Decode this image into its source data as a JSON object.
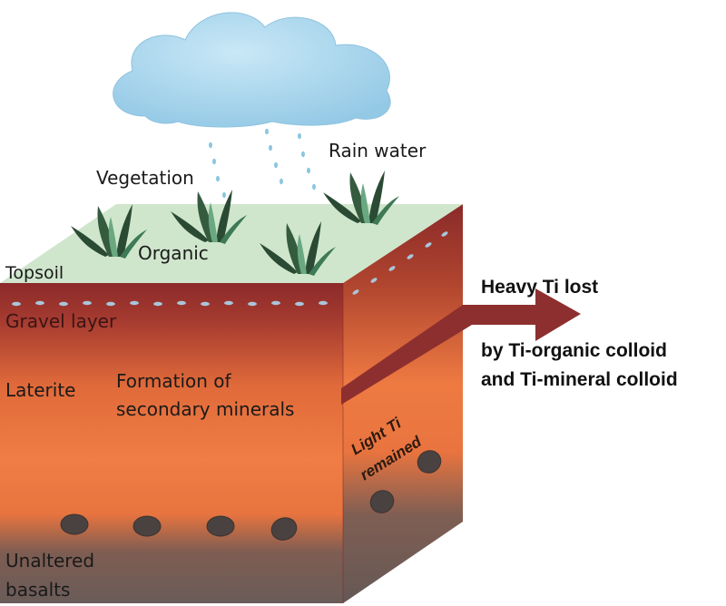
{
  "labels": {
    "rain_water": "Rain water",
    "vegetation": "Vegetation",
    "organic": "Organic",
    "topsoil": "Topsoil",
    "gravel_layer": "Gravel layer",
    "laterite": "Laterite",
    "formation_line1": "Formation of",
    "formation_line2": "secondary minerals",
    "unaltered_line1": "Unaltered",
    "unaltered_line2": "basalts",
    "heavy_ti_lost": "Heavy Ti lost",
    "colloid_line1": "by Ti-organic colloid",
    "colloid_line2": "and Ti-mineral colloid",
    "light_ti_line1": "Light Ti",
    "light_ti_line2": "remained"
  },
  "colors": {
    "cloud": "#a9d6ec",
    "topsoil_surface": "#cfe6cc",
    "gravel_band": "#8e2a2a",
    "laterite": "#ee7b43",
    "basalt": "#6b5d5a",
    "arrow": "#8e2f2f",
    "grass": "#2a4a34",
    "rain_drop": "#8cc6e2"
  }
}
